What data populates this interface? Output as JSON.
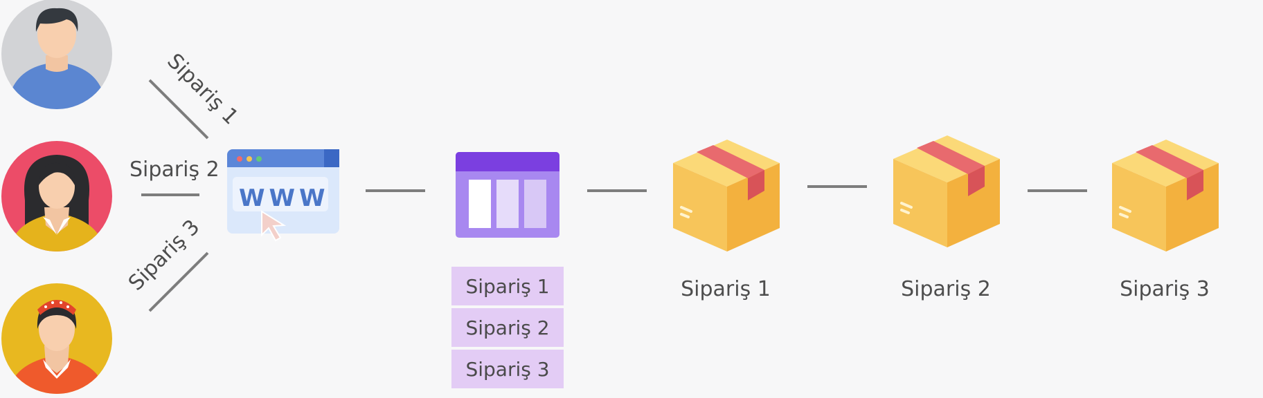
{
  "customers": [
    {
      "name": "customer-1",
      "order_label": "Sipariş 1",
      "bg": "#d2d3d6"
    },
    {
      "name": "customer-2",
      "order_label": "Sipariş 2",
      "bg": "#ec4c68"
    },
    {
      "name": "customer-3",
      "order_label": "Sipariş 3",
      "bg": "#e8b820"
    }
  ],
  "website": {
    "text": "WWW",
    "icon": "browser-window-icon"
  },
  "queue": {
    "icon": "queue-panel-icon",
    "items": [
      "Sipariş 1",
      "Sipariş 2",
      "Sipariş 3"
    ]
  },
  "packages": [
    {
      "label": "Sipariş 1",
      "icon": "package-box-icon"
    },
    {
      "label": "Sipariş 2",
      "icon": "package-box-icon"
    },
    {
      "label": "Sipariş 3",
      "icon": "package-box-icon"
    }
  ],
  "colors": {
    "connector": "#7d7d7d",
    "queue_header": "#7b3fe0",
    "queue_body": "#a888f0",
    "box_front": "#f7c55a",
    "box_tape": "#e86a6e",
    "browser_bar": "#5b86d8"
  }
}
